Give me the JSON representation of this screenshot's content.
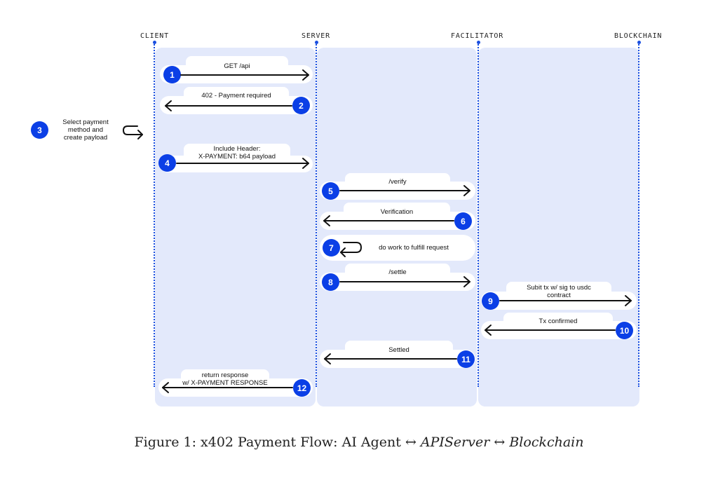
{
  "lanes": [
    {
      "id": "client",
      "label": "CLIENT"
    },
    {
      "id": "server",
      "label": "SERVER"
    },
    {
      "id": "facilitator",
      "label": "FACILITATOR"
    },
    {
      "id": "blockchain",
      "label": "BLOCKCHAIN"
    }
  ],
  "steps": [
    {
      "n": "1",
      "label": "GET /api"
    },
    {
      "n": "2",
      "label": "402 - Payment required"
    },
    {
      "n": "3",
      "label": "Select payment\nmethod and\ncreate payload"
    },
    {
      "n": "4",
      "label": "Include Header:\nX-PAYMENT: b64 payload"
    },
    {
      "n": "5",
      "label": "/verify"
    },
    {
      "n": "6",
      "label": "Verification"
    },
    {
      "n": "7",
      "label": "do work to fulfill request"
    },
    {
      "n": "8",
      "label": "/settle"
    },
    {
      "n": "9",
      "label": "Subit tx w/ sig to usdc\ncontract"
    },
    {
      "n": "10",
      "label": "Tx confirmed"
    },
    {
      "n": "11",
      "label": "Settled"
    },
    {
      "n": "12",
      "label": "return response\nw/ X-PAYMENT RESPONSE"
    }
  ],
  "caption": {
    "prefix": "Figure 1: x402 Payment Flow: AI Agent ",
    "arrow1": "↔",
    "server": "APIServer",
    "arrow2": "↔",
    "chain": "Blockchain"
  },
  "colors": {
    "accent": "#0b3fe6",
    "panel": "#e3e9fb",
    "arrow": "#111111"
  }
}
